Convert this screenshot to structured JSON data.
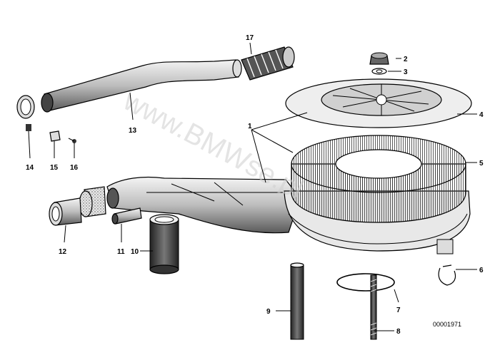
{
  "watermark": "www.BMWse.pl",
  "drawing_code": "00001971",
  "callouts": {
    "c1": "1",
    "c2": "2",
    "c3": "3",
    "c4": "4",
    "c5": "5",
    "c6": "6",
    "c7": "7",
    "c8": "8",
    "c9": "9",
    "c10": "10",
    "c11": "11",
    "c12": "12",
    "c13": "13",
    "c14": "14",
    "c15": "15",
    "c16": "16",
    "c17": "17"
  },
  "colors": {
    "ink": "#000000",
    "paper": "#ffffff",
    "watermark": "#cfcfcf"
  }
}
